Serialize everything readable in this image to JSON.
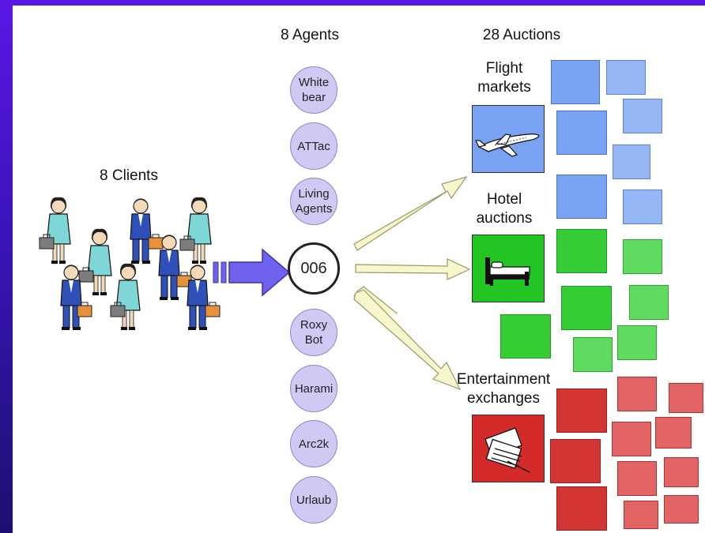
{
  "labels": {
    "clients": "8 Clients",
    "agents": "8 Agents",
    "auctions": "28 Auctions",
    "flight": "Flight\nmarkets",
    "hotel": "Hotel\nauctions",
    "entertainment": "Entertainment\nexchanges"
  },
  "agents": [
    "White\nbear",
    "ATTac",
    "Living\nAgents",
    "006",
    "Roxy\nBot",
    "Harami",
    "Arc2k",
    "Urlaub"
  ],
  "featured_agent": "006",
  "icons": {
    "flight": "airplane-icon",
    "hotel": "bed-icon",
    "entertainment": "tickets-icon"
  },
  "colors": {
    "flight": "#7aa2f2",
    "hotel": "#35cc35",
    "entertainment": "#d33434",
    "agent_fill": "#cfc9f4",
    "big_arrow": "#6f62ee",
    "small_arrow": "#f7f6cc"
  }
}
